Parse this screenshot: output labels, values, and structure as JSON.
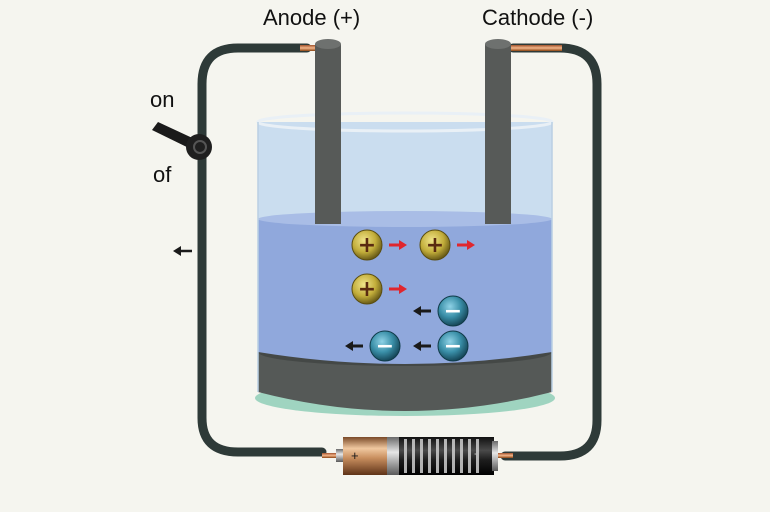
{
  "labels": {
    "anode": "Anode (+)",
    "cathode": "Cathode (-)",
    "switch_on": "on",
    "switch_off": "of"
  },
  "battery": {
    "positive_sign": "+",
    "negative_sign": "-"
  },
  "ions": {
    "cation_symbol": "+",
    "anion_symbol": "−"
  },
  "colors": {
    "background": "#f5f5ef",
    "wire": "#2e3a38",
    "electrode": "#575a58",
    "electrolyte": "#90a8dc",
    "cation": "#b5a235",
    "anion": "#2f7f98",
    "cation_arrow": "#e0262e",
    "anion_arrow": "#1a1a1a"
  }
}
